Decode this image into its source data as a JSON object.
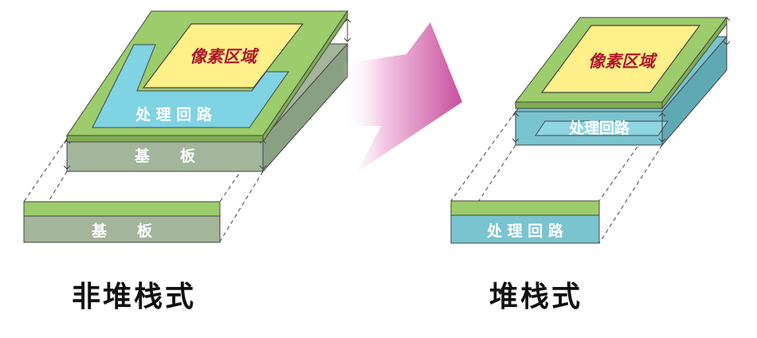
{
  "left": {
    "pixel_area": "像素区域",
    "circuit": "处 理 回 路",
    "substrate_top": "基　　板",
    "substrate_bottom": "基　　板",
    "caption": "非堆栈式"
  },
  "right": {
    "pixel_area": "像素区域",
    "circuit_top": "处理回路",
    "circuit_bottom": "处 理 回 路",
    "caption": "堆栈式"
  },
  "colors": {
    "green": "#9ccc6b",
    "yellow": "#fff08a",
    "cyan": "#7fd3e3",
    "gray_green": "#a3b59a",
    "teal": "#7ac4cf",
    "arrow": "#c94f9e",
    "pixel_text": "#b0182a"
  }
}
